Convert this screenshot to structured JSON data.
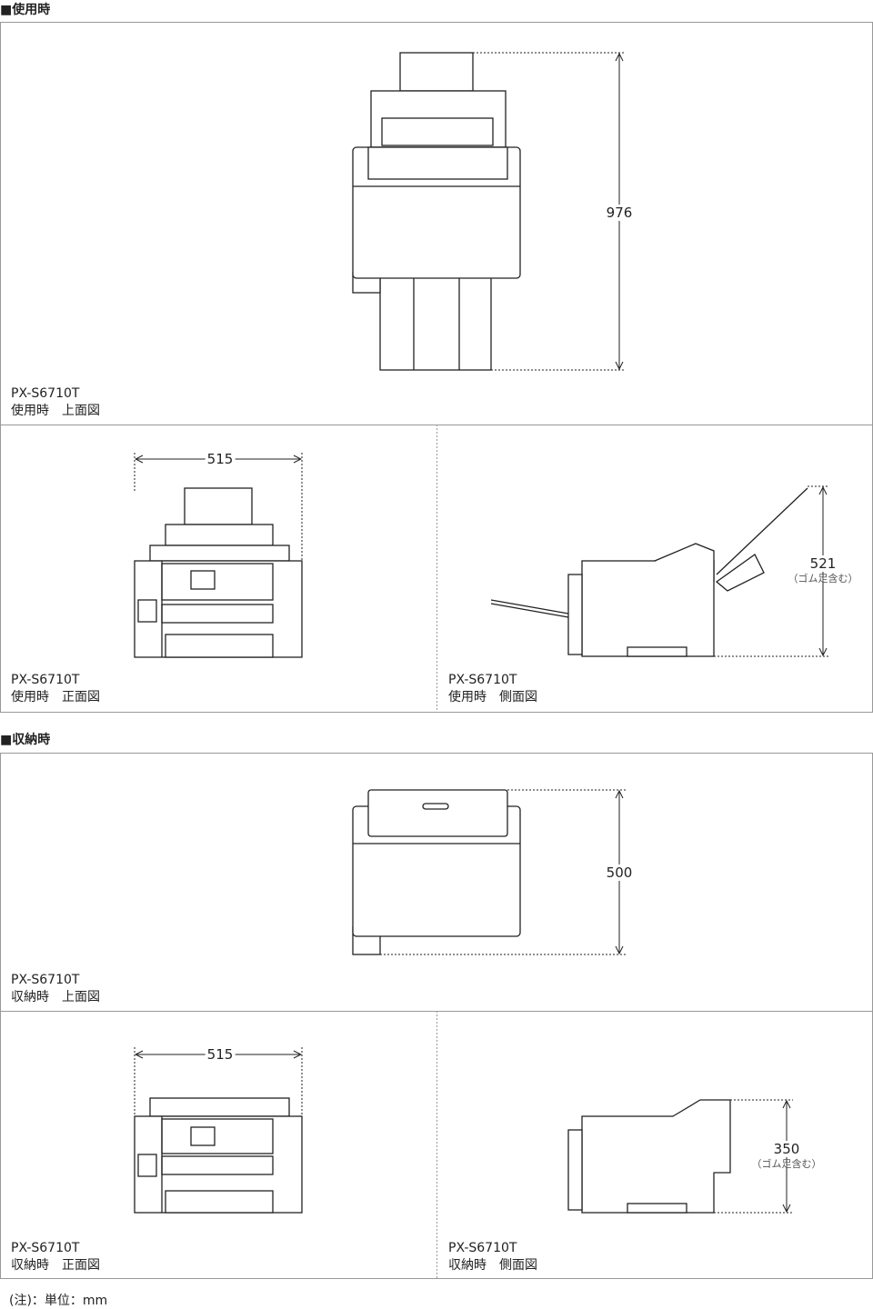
{
  "sections": [
    {
      "title": "■使用時",
      "panels": [
        {
          "model": "PX-S6710T",
          "view": "使用時　上面図",
          "dimension": "976"
        },
        {
          "model": "PX-S6710T",
          "view": "使用時　正面図",
          "dimension": "515"
        },
        {
          "model": "PX-S6710T",
          "view": "使用時　側面図",
          "dimension": "521",
          "dimension_note": "（ゴム足含む）"
        }
      ]
    },
    {
      "title": "■収納時",
      "panels": [
        {
          "model": "PX-S6710T",
          "view": "収納時　上面図",
          "dimension": "500"
        },
        {
          "model": "PX-S6710T",
          "view": "収納時　正面図",
          "dimension": "515"
        },
        {
          "model": "PX-S6710T",
          "view": "収納時　側面図",
          "dimension": "350",
          "dimension_note": "（ゴム足含む）"
        }
      ]
    }
  ],
  "footnote": "(注)：単位：mm"
}
